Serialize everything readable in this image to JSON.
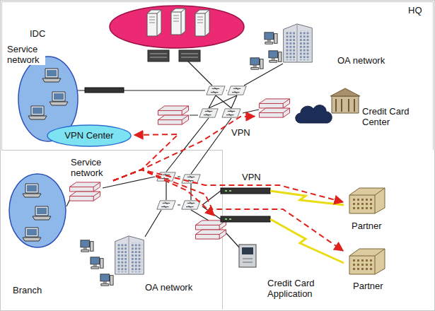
{
  "diagram": {
    "nodes": [
      {
        "text": [
          "HQ"
        ]
      },
      {
        "text": [
          "IDC"
        ],
        "in": 0
      },
      {
        "text": [
          "Service network"
        ],
        "in": 0
      },
      {
        "text": [
          "VPN Center"
        ],
        "in": 0
      },
      {
        "text": [
          "OA network"
        ],
        "in": 0
      },
      {
        "text": [
          "Credit Card Center"
        ],
        "in": 0
      },
      {
        "text": [
          "Branch"
        ]
      },
      {
        "text": [
          "Service network"
        ],
        "in": 6
      },
      {
        "text": [
          "OA network"
        ],
        "in": 6
      },
      {
        "text": [
          "Credit Card Application"
        ]
      },
      {
        "text": [
          "Partner"
        ]
      },
      {
        "text": [
          "Partner"
        ]
      }
    ],
    "edges": [
      {
        "from": 7,
        "to": 3,
        "arrow": "to"
      },
      {
        "from": 7,
        "to": 5,
        "label": "VPN",
        "arrow": "to"
      },
      {
        "from": 7,
        "to": 10,
        "label": "VPN",
        "arrow": "to"
      },
      {
        "from": 7,
        "to": 11,
        "arrow": "to"
      },
      {
        "from": 7,
        "to": 9,
        "arrow": "to"
      }
    ]
  }
}
